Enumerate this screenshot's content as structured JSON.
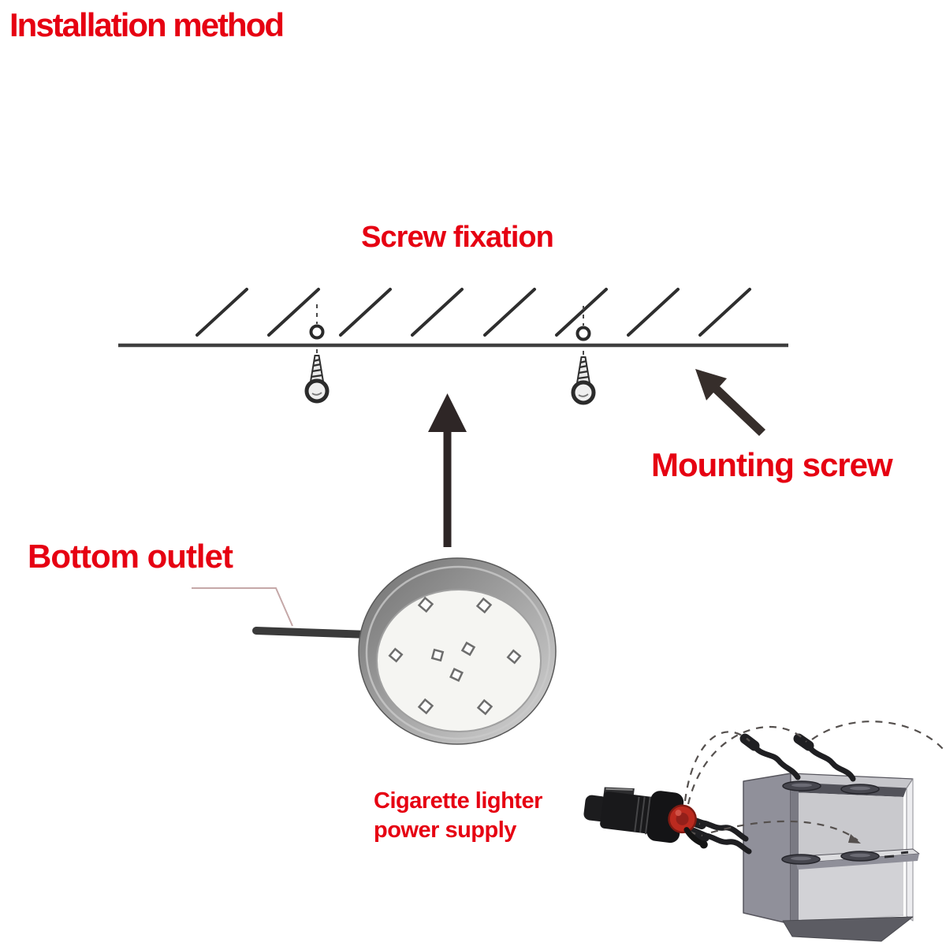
{
  "title": "Installation method",
  "labels": {
    "screw_fixation": "Screw fixation",
    "mounting_screw": "Mounting screw",
    "bottom_outlet": "Bottom outlet",
    "cigarette_lighter_line1": "Cigarette lighter",
    "cigarette_lighter_line2": "power supply"
  },
  "colors": {
    "label_red": "#e60012",
    "diagram_dark": "#332c29",
    "background": "#ffffff",
    "plug_cap_red": "#bb2a1f",
    "cabinet_gray": "#90909a"
  },
  "icons": [
    "up-arrow-icon",
    "mounting-screw-arrow-icon",
    "screw-icon",
    "pilot-hole-icon",
    "hatch-marks",
    "puck-light",
    "cigarette-plug",
    "cabinet",
    "power-wire"
  ],
  "diagram": {
    "hatch_count": 8,
    "screw_count": 2,
    "puck_led_count": 9,
    "cabinet_light_count": 4
  }
}
